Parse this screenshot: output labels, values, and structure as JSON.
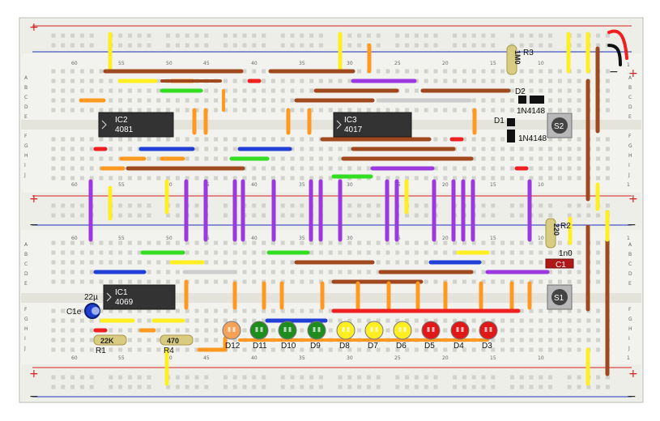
{
  "breadboard": {
    "column_numbers": [
      "60",
      "55",
      "50",
      "45",
      "40",
      "35",
      "30",
      "25",
      "20",
      "15",
      "10"
    ],
    "row_letters_top": [
      "A",
      "B",
      "C",
      "D",
      "E"
    ],
    "row_letters_bottom": [
      "F",
      "G",
      "H",
      "I",
      "J"
    ],
    "rail_plus": "+",
    "rail_minus": "−",
    "edge_one": "1"
  },
  "chips": {
    "ic2": {
      "name": "IC2",
      "part": "4081"
    },
    "ic3": {
      "name": "IC3",
      "part": "4017"
    },
    "ic1": {
      "name": "IC1",
      "part": "4069"
    }
  },
  "components": {
    "r3": {
      "label": "R3",
      "value": "1M0"
    },
    "r2": {
      "label": "R2",
      "value": "220"
    },
    "r1": {
      "label": "R1",
      "value": "22K"
    },
    "r4": {
      "label": "R4",
      "value": "470"
    },
    "d2": {
      "label": "D2",
      "part": "1N4148"
    },
    "d1": {
      "label": "D1",
      "part": "1N4148"
    },
    "c1": {
      "label": "C1",
      "value": "1n0"
    },
    "c1e": {
      "label": "C1e",
      "value": "22µ"
    },
    "s2": {
      "label": "S2"
    },
    "s1": {
      "label": "S1"
    }
  },
  "leds": [
    "D12",
    "D11",
    "D10",
    "D9",
    "D8",
    "D7",
    "D6",
    "D5",
    "D4",
    "D3"
  ],
  "led_colors": {
    "orange": "#f4a259",
    "green": "#1e8c1e",
    "yellow": "#ffee22",
    "red": "#e01818"
  },
  "wire_colors": {
    "yellow": "#ffee22",
    "brown": "#a0481e",
    "purple": "#9b38e0",
    "orange": "#ff9922",
    "green": "#33dd22",
    "blue": "#1f3fd6",
    "red": "#ee2020",
    "gray": "#cccccc"
  }
}
